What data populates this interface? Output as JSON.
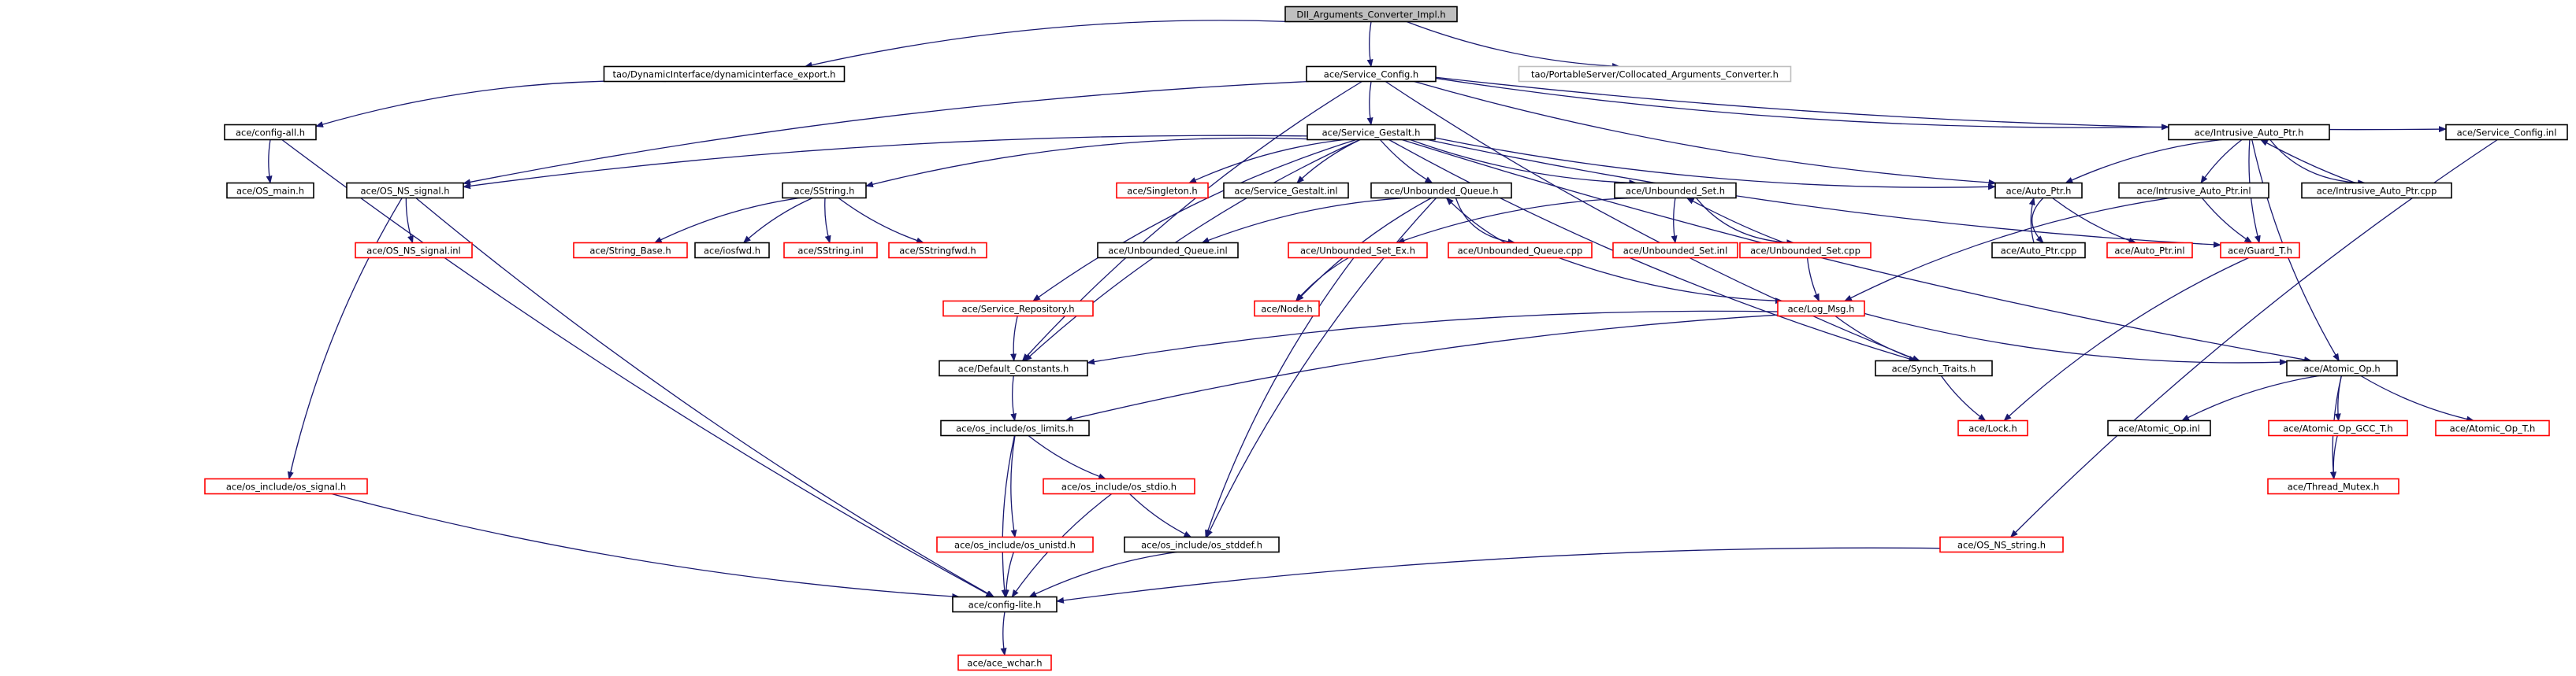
{
  "graph": {
    "colors": {
      "edge": "#191970",
      "root_fill": "#bfbfbf",
      "normal_border": "#000000",
      "missing_border": "#ff0000",
      "external_border": "#bfbfbf"
    },
    "nodes": [
      {
        "id": "dii",
        "label": "DII_Arguments_Converter_Impl.h",
        "kind": "root"
      },
      {
        "id": "export",
        "label": "tao/DynamicInterface/dynamicinterface_export.h",
        "kind": "normal"
      },
      {
        "id": "svcconfig",
        "label": "ace/Service_Config.h",
        "kind": "normal"
      },
      {
        "id": "colloc",
        "label": "tao/PortableServer/Collocated_Arguments_Converter.h",
        "kind": "external"
      },
      {
        "id": "configall",
        "label": "ace/config-all.h",
        "kind": "normal"
      },
      {
        "id": "svcgestalt",
        "label": "ace/Service_Gestalt.h",
        "kind": "normal"
      },
      {
        "id": "intrusive",
        "label": "ace/Intrusive_Auto_Ptr.h",
        "kind": "normal"
      },
      {
        "id": "svcconfiginl",
        "label": "ace/Service_Config.inl",
        "kind": "normal"
      },
      {
        "id": "osmain",
        "label": "ace/OS_main.h",
        "kind": "normal"
      },
      {
        "id": "osnssignal",
        "label": "ace/OS_NS_signal.h",
        "kind": "normal"
      },
      {
        "id": "sstring",
        "label": "ace/SString.h",
        "kind": "normal"
      },
      {
        "id": "singleton",
        "label": "ace/Singleton.h",
        "kind": "missing"
      },
      {
        "id": "gestaltinl",
        "label": "ace/Service_Gestalt.inl",
        "kind": "normal"
      },
      {
        "id": "unbq",
        "label": "ace/Unbounded_Queue.h",
        "kind": "normal"
      },
      {
        "id": "unbset",
        "label": "ace/Unbounded_Set.h",
        "kind": "normal"
      },
      {
        "id": "autoptr",
        "label": "ace/Auto_Ptr.h",
        "kind": "normal"
      },
      {
        "id": "intrusiveinl",
        "label": "ace/Intrusive_Auto_Ptr.inl",
        "kind": "normal"
      },
      {
        "id": "intrusivecpp",
        "label": "ace/Intrusive_Auto_Ptr.cpp",
        "kind": "normal"
      },
      {
        "id": "osnssignalinl",
        "label": "ace/OS_NS_signal.inl",
        "kind": "missing"
      },
      {
        "id": "stringbase",
        "label": "ace/String_Base.h",
        "kind": "missing"
      },
      {
        "id": "iosfwd",
        "label": "ace/iosfwd.h",
        "kind": "normal"
      },
      {
        "id": "sstringinl",
        "label": "ace/SString.inl",
        "kind": "missing"
      },
      {
        "id": "sstringfwd",
        "label": "ace/SStringfwd.h",
        "kind": "missing"
      },
      {
        "id": "unbqinl",
        "label": "ace/Unbounded_Queue.inl",
        "kind": "normal"
      },
      {
        "id": "unbsetex",
        "label": "ace/Unbounded_Set_Ex.h",
        "kind": "missing"
      },
      {
        "id": "unbqcpp",
        "label": "ace/Unbounded_Queue.cpp",
        "kind": "missing"
      },
      {
        "id": "unbsetinl",
        "label": "ace/Unbounded_Set.inl",
        "kind": "missing"
      },
      {
        "id": "unbsetcpp",
        "label": "ace/Unbounded_Set.cpp",
        "kind": "missing"
      },
      {
        "id": "autoptrcpp",
        "label": "ace/Auto_Ptr.cpp",
        "kind": "normal"
      },
      {
        "id": "autoptrinl",
        "label": "ace/Auto_Ptr.inl",
        "kind": "missing"
      },
      {
        "id": "guardt",
        "label": "ace/Guard_T.h",
        "kind": "missing"
      },
      {
        "id": "svcrepo",
        "label": "ace/Service_Repository.h",
        "kind": "missing"
      },
      {
        "id": "node",
        "label": "ace/Node.h",
        "kind": "missing"
      },
      {
        "id": "logmsg",
        "label": "ace/Log_Msg.h",
        "kind": "missing"
      },
      {
        "id": "defconst",
        "label": "ace/Default_Constants.h",
        "kind": "normal"
      },
      {
        "id": "synchtraits",
        "label": "ace/Synch_Traits.h",
        "kind": "normal"
      },
      {
        "id": "atomicop",
        "label": "ace/Atomic_Op.h",
        "kind": "normal"
      },
      {
        "id": "oslimits",
        "label": "ace/os_include/os_limits.h",
        "kind": "normal"
      },
      {
        "id": "lock",
        "label": "ace/Lock.h",
        "kind": "missing"
      },
      {
        "id": "atomicopinl",
        "label": "ace/Atomic_Op.inl",
        "kind": "normal"
      },
      {
        "id": "atomicgcc",
        "label": "ace/Atomic_Op_GCC_T.h",
        "kind": "missing"
      },
      {
        "id": "atomict",
        "label": "ace/Atomic_Op_T.h",
        "kind": "missing"
      },
      {
        "id": "ossignal",
        "label": "ace/os_include/os_signal.h",
        "kind": "missing"
      },
      {
        "id": "osstdio",
        "label": "ace/os_include/os_stdio.h",
        "kind": "missing"
      },
      {
        "id": "threadmutex",
        "label": "ace/Thread_Mutex.h",
        "kind": "missing"
      },
      {
        "id": "osunistd",
        "label": "ace/os_include/os_unistd.h",
        "kind": "missing"
      },
      {
        "id": "osstddef",
        "label": "ace/os_include/os_stddef.h",
        "kind": "normal"
      },
      {
        "id": "osnsstring",
        "label": "ace/OS_NS_string.h",
        "kind": "missing"
      },
      {
        "id": "configlite",
        "label": "ace/config-lite.h",
        "kind": "normal"
      },
      {
        "id": "acewchar",
        "label": "ace/ace_wchar.h",
        "kind": "missing"
      }
    ],
    "edges": [
      [
        "dii",
        "export"
      ],
      [
        "dii",
        "svcconfig"
      ],
      [
        "dii",
        "colloc"
      ],
      [
        "export",
        "configall"
      ],
      [
        "svcconfig",
        "svcgestalt"
      ],
      [
        "svcconfig",
        "osnssignal"
      ],
      [
        "svcconfig",
        "intrusive"
      ],
      [
        "svcconfig",
        "svcconfiginl"
      ],
      [
        "svcconfig",
        "defconst"
      ],
      [
        "svcconfig",
        "synchtraits"
      ],
      [
        "svcconfig",
        "autoptr"
      ],
      [
        "configall",
        "osmain"
      ],
      [
        "configall",
        "configlite"
      ],
      [
        "svcgestalt",
        "osnssignal"
      ],
      [
        "svcgestalt",
        "sstring"
      ],
      [
        "svcgestalt",
        "singleton"
      ],
      [
        "svcgestalt",
        "gestaltinl"
      ],
      [
        "svcgestalt",
        "unbq"
      ],
      [
        "svcgestalt",
        "unbset"
      ],
      [
        "svcgestalt",
        "autoptr"
      ],
      [
        "svcgestalt",
        "svcrepo"
      ],
      [
        "svcgestalt",
        "defconst"
      ],
      [
        "svcgestalt",
        "synchtraits"
      ],
      [
        "svcgestalt",
        "atomicop"
      ],
      [
        "svcgestalt",
        "guardt"
      ],
      [
        "intrusive",
        "autoptr"
      ],
      [
        "intrusive",
        "intrusiveinl"
      ],
      [
        "intrusive",
        "intrusivecpp"
      ],
      [
        "intrusive",
        "atomicop"
      ],
      [
        "intrusive",
        "guardt"
      ],
      [
        "svcconfiginl",
        "osnsstring"
      ],
      [
        "osnssignal",
        "osnssignalinl"
      ],
      [
        "osnssignal",
        "ossignal"
      ],
      [
        "osnssignal",
        "configlite"
      ],
      [
        "sstring",
        "stringbase"
      ],
      [
        "sstring",
        "iosfwd"
      ],
      [
        "sstring",
        "sstringinl"
      ],
      [
        "sstring",
        "sstringfwd"
      ],
      [
        "unbq",
        "unbqinl"
      ],
      [
        "unbq",
        "unbqcpp"
      ],
      [
        "unbq",
        "node"
      ],
      [
        "unbq",
        "osstddef"
      ],
      [
        "unbqcpp",
        "unbq"
      ],
      [
        "unbqcpp",
        "logmsg"
      ],
      [
        "unbset",
        "unbsetex"
      ],
      [
        "unbset",
        "unbsetinl"
      ],
      [
        "unbset",
        "unbsetcpp"
      ],
      [
        "unbsetcpp",
        "unbset"
      ],
      [
        "unbsetcpp",
        "logmsg"
      ],
      [
        "unbsetex",
        "node"
      ],
      [
        "unbsetex",
        "osstddef"
      ],
      [
        "autoptr",
        "autoptrcpp"
      ],
      [
        "autoptr",
        "autoptrinl"
      ],
      [
        "autoptrcpp",
        "autoptr"
      ],
      [
        "intrusivecpp",
        "intrusive"
      ],
      [
        "intrusiveinl",
        "guardt"
      ],
      [
        "intrusiveinl",
        "logmsg"
      ],
      [
        "guardt",
        "lock"
      ],
      [
        "svcrepo",
        "defconst"
      ],
      [
        "logmsg",
        "defconst"
      ],
      [
        "logmsg",
        "synchtraits"
      ],
      [
        "logmsg",
        "atomicop"
      ],
      [
        "logmsg",
        "oslimits"
      ],
      [
        "defconst",
        "oslimits"
      ],
      [
        "synchtraits",
        "lock"
      ],
      [
        "atomicop",
        "atomicopinl"
      ],
      [
        "atomicop",
        "atomicgcc"
      ],
      [
        "atomicop",
        "atomict"
      ],
      [
        "atomicop",
        "threadmutex"
      ],
      [
        "atomicgcc",
        "threadmutex"
      ],
      [
        "oslimits",
        "osstdio"
      ],
      [
        "oslimits",
        "osunistd"
      ],
      [
        "oslimits",
        "configlite"
      ],
      [
        "osstdio",
        "osstddef"
      ],
      [
        "osstdio",
        "configlite"
      ],
      [
        "osunistd",
        "configlite"
      ],
      [
        "osstddef",
        "configlite"
      ],
      [
        "ossignal",
        "configlite"
      ],
      [
        "osnsstring",
        "configlite"
      ],
      [
        "configlite",
        "acewchar"
      ]
    ]
  }
}
